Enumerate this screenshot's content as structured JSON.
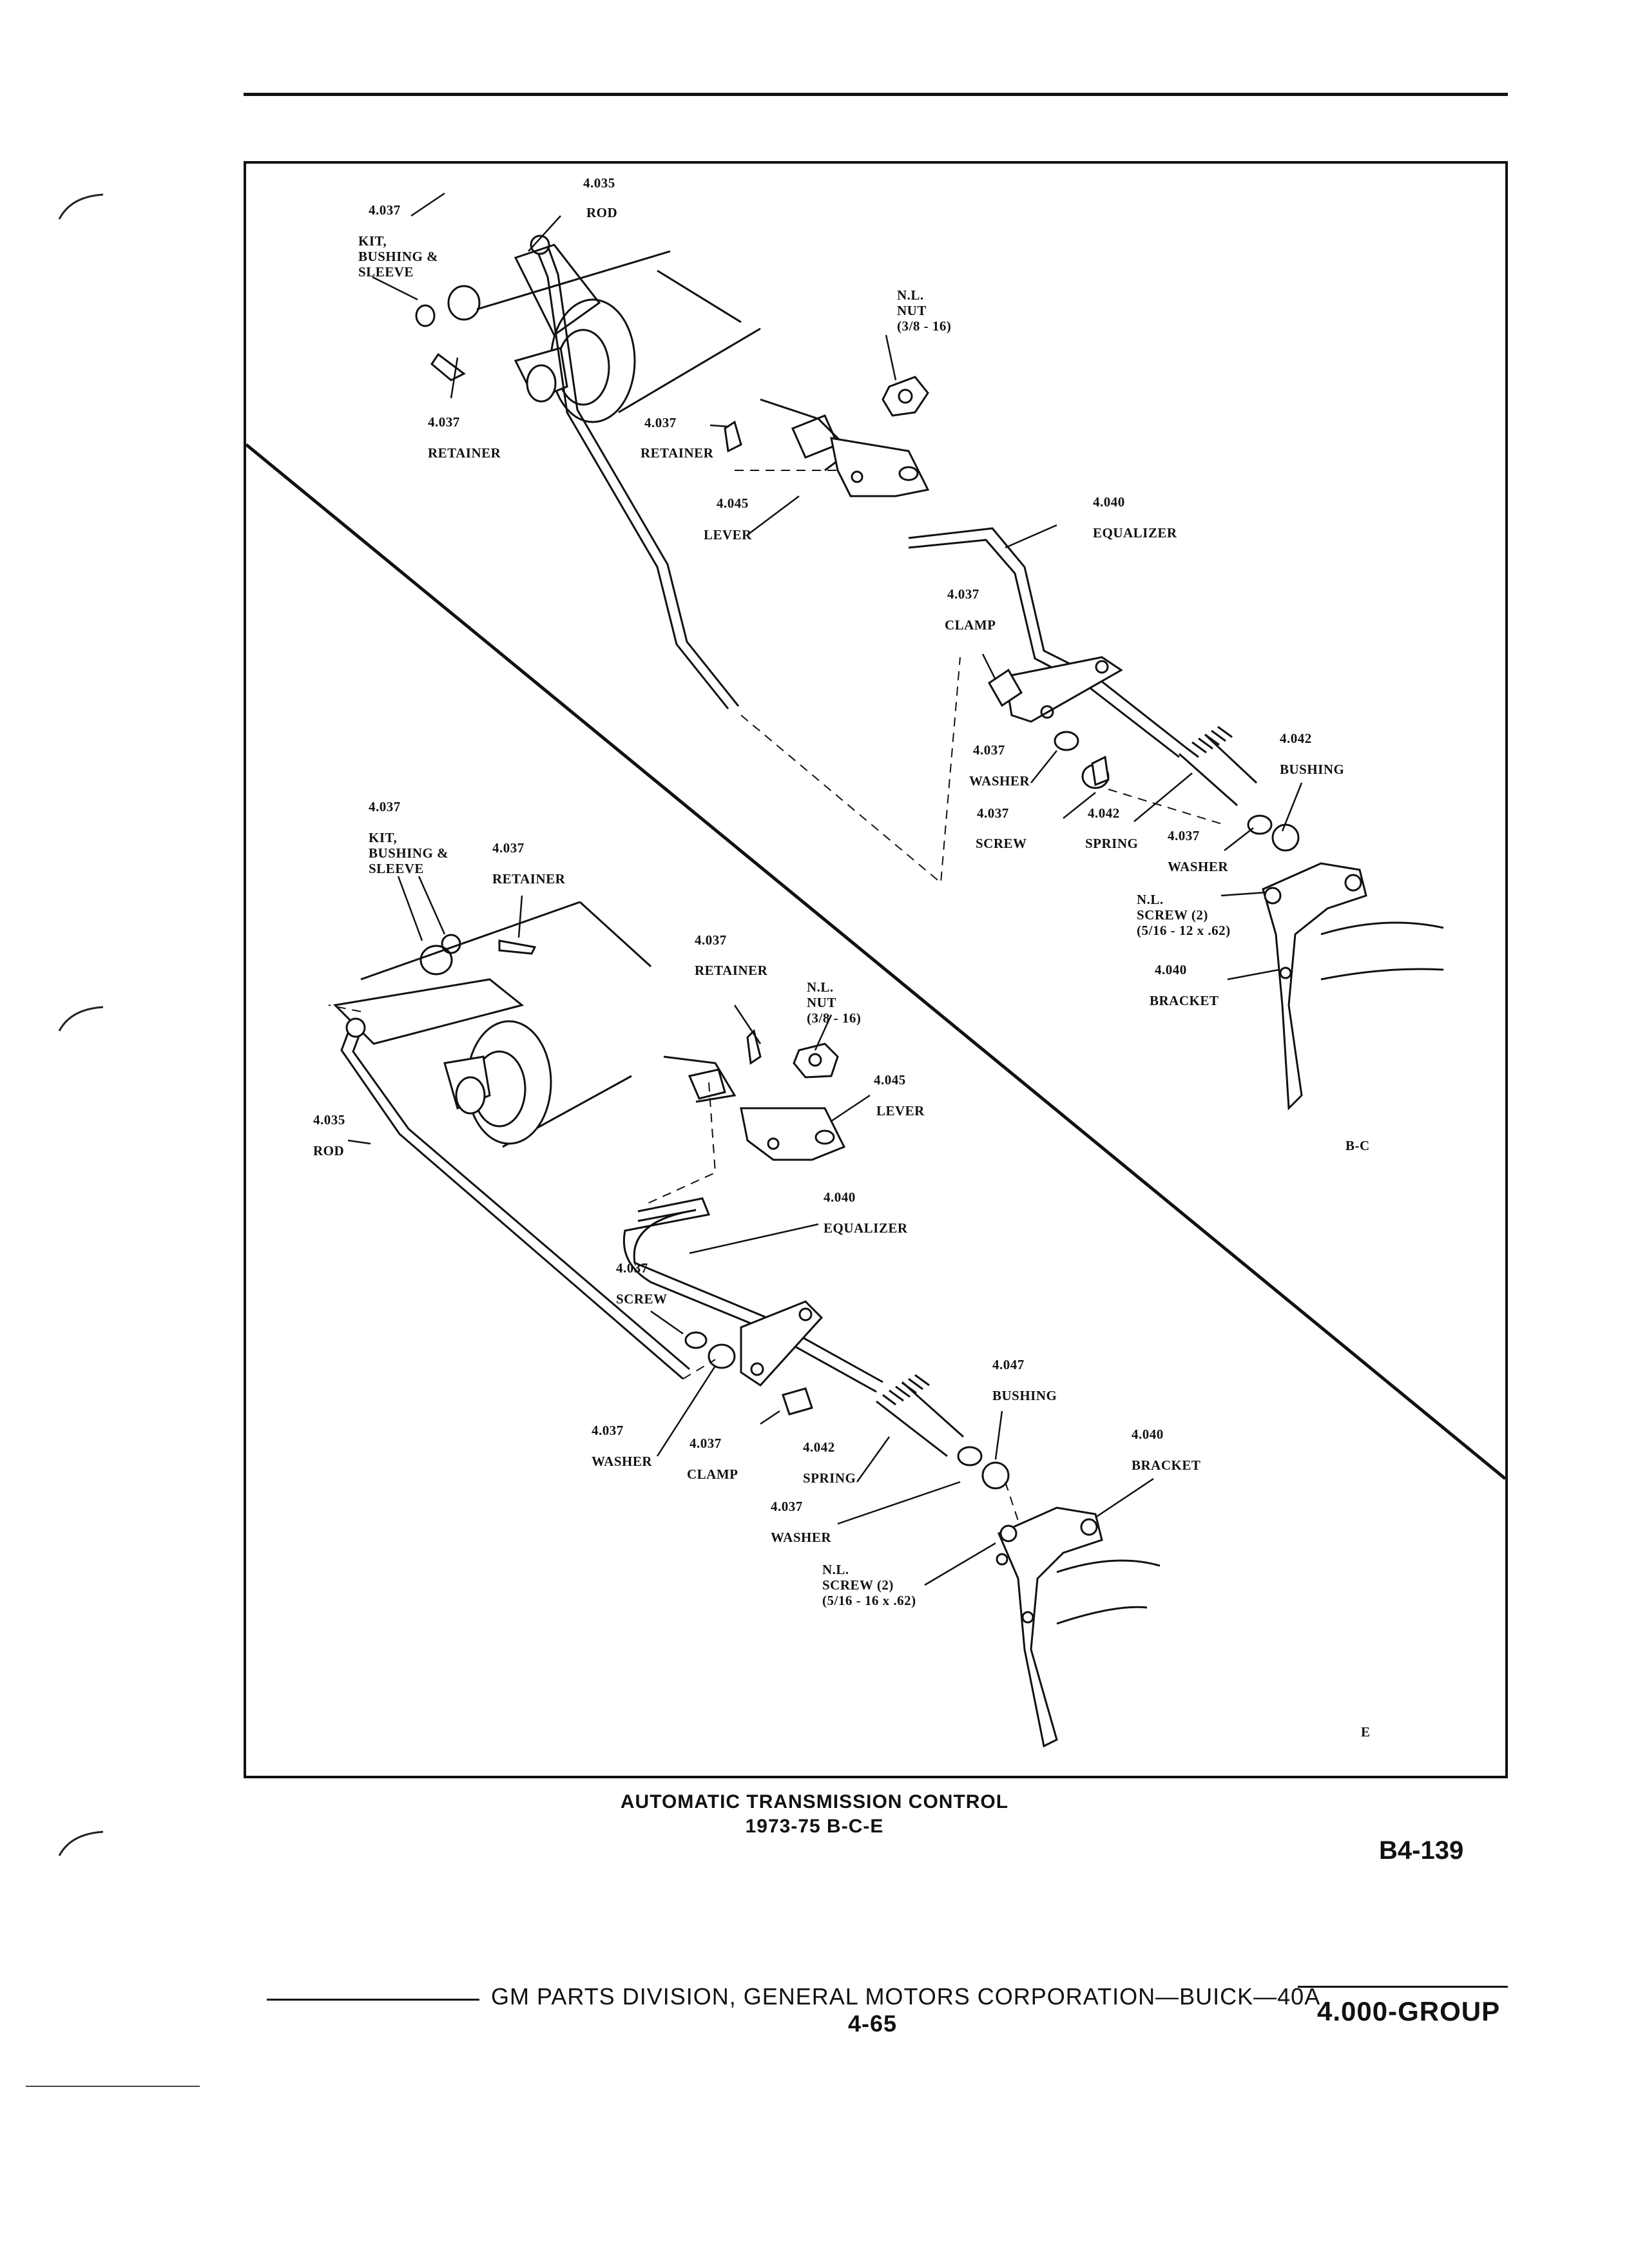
{
  "diagram": {
    "upper_label_set": {
      "kit_num": "4.037",
      "kit_text": "KIT,\nBUSHING &\nSLEEVE",
      "rod_num": "4.035",
      "rod_text": "ROD",
      "retainer1_num": "4.037",
      "retainer1_text": "RETAINER",
      "retainer2_num": "4.037",
      "retainer2_text": "RETAINER",
      "nut_text": "N.L.\nNUT\n(3/8 - 16)",
      "lever_num": "4.045",
      "lever_text": "LEVER",
      "equalizer_num": "4.040",
      "equalizer_text": "EQUALIZER",
      "clamp_num": "4.037",
      "clamp_text": "CLAMP",
      "washer1_num": "4.037",
      "washer1_text": "WASHER",
      "screw_num": "4.037",
      "screw_text": "SCREW",
      "spring_num": "4.042",
      "spring_text": "SPRING",
      "washer2_num": "4.037",
      "washer2_text": "WASHER",
      "bushing_num": "4.042",
      "bushing_text": "BUSHING",
      "nlscrew_text": "N.L.\nSCREW (2)\n(5/16 - 12 x .62)",
      "bracket_num": "4.040",
      "bracket_text": "BRACKET",
      "tag": "B-C"
    },
    "lower_label_set": {
      "kit_num": "4.037",
      "kit_text": "KIT,\nBUSHING &\nSLEEVE",
      "retainer1_num": "4.037",
      "retainer1_text": "RETAINER",
      "rod_num": "4.035",
      "rod_text": "ROD",
      "retainer2_num": "4.037",
      "retainer2_text": "RETAINER",
      "nut_text": "N.L.\nNUT\n(3/8 - 16)",
      "lever_num": "4.045",
      "lever_text": "LEVER",
      "equalizer_num": "4.040",
      "equalizer_text": "EQUALIZER",
      "screw_num": "4.037",
      "screw_text": "SCREW",
      "bushing_num": "4.047",
      "bushing_text": "BUSHING",
      "bracket_num": "4.040",
      "bracket_text": "BRACKET",
      "washer1_num": "4.037",
      "washer1_text": "WASHER",
      "clamp_num": "4.037",
      "clamp_text": "CLAMP",
      "spring_num": "4.042",
      "spring_text": "SPRING",
      "washer2_num": "4.037",
      "washer2_text": "WASHER",
      "nlscrew_text": "N.L.\nSCREW (2)\n(5/16 - 16 x .62)",
      "tag": "E"
    }
  },
  "caption": {
    "line1": "AUTOMATIC TRANSMISSION CONTROL",
    "line2": "1973-75 B-C-E",
    "plate_id": "B4-139"
  },
  "footer": {
    "publisher": "GM PARTS DIVISION, GENERAL MOTORS CORPORATION—BUICK—40A",
    "page": "4-65",
    "group": "4.000-GROUP"
  }
}
